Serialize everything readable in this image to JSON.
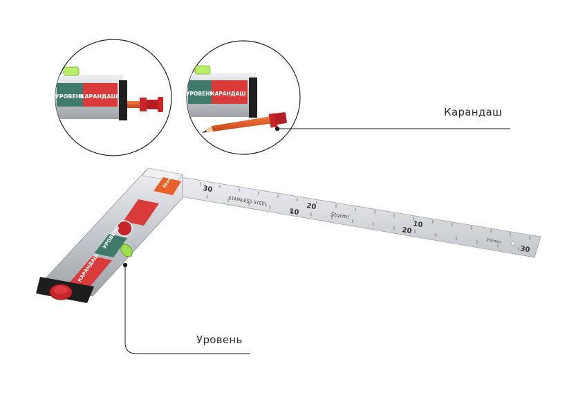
{
  "callouts": {
    "pencil": "Карандаш",
    "level": "Уровень"
  },
  "tool": {
    "level_label": "УРОВЕНЬ",
    "pencil_label": "КАРАНДАШ",
    "ruler_material": "STAINLESS STEEL",
    "ruler_brand": "Sturm!",
    "ruler_size": "350mm",
    "ruler_big_numbers": [
      "30",
      "20",
      "10",
      "10",
      "20",
      "30"
    ],
    "body_brand": "Sturm!"
  },
  "colors": {
    "red_label": "#d93b3b",
    "green_label": "#3f7a6a",
    "pencil_orange": "#e0541e",
    "cap_red": "#c8252b",
    "bubble_green": "#9ee04a",
    "steel": "#d7d9dc",
    "aluminium": "#c9ccd0"
  }
}
